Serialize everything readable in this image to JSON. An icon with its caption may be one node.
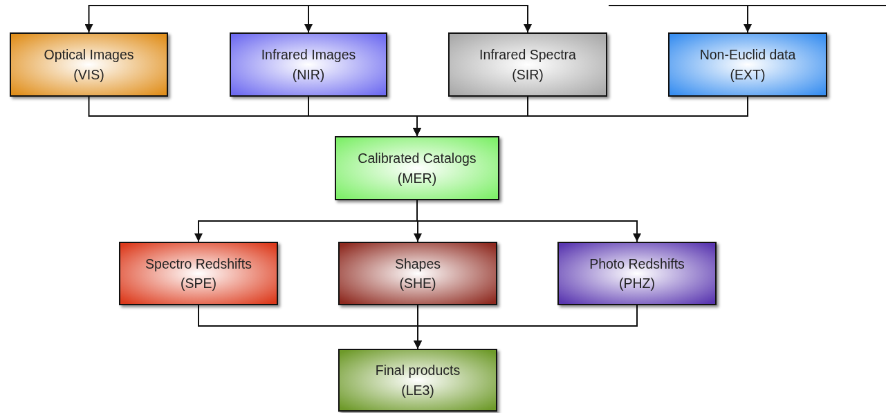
{
  "diagram": {
    "nodes": [
      {
        "text": [
          "Optical Images",
          "(VIS)"
        ]
      },
      {
        "text": [
          "Infrared Images",
          "(NIR)"
        ]
      },
      {
        "text": [
          "Infrared Spectra",
          "(SIR)"
        ]
      },
      {
        "text": [
          "Non-Euclid data",
          "(EXT)"
        ]
      },
      {
        "text": [
          "Calibrated Catalogs",
          "(MER)"
        ]
      },
      {
        "text": [
          "Spectro Redshifts",
          "(SPE)"
        ]
      },
      {
        "text": [
          "Shapes",
          "(SHE)"
        ]
      },
      {
        "text": [
          "Photo Redshifts",
          "(PHZ)"
        ]
      },
      {
        "text": [
          "Final products",
          "(LE3)"
        ]
      }
    ],
    "edges": [
      {
        "from": null,
        "to": 0,
        "arrow": "to"
      },
      {
        "from": null,
        "to": 1,
        "arrow": "to"
      },
      {
        "from": null,
        "to": 2,
        "arrow": "to"
      },
      {
        "from": null,
        "to": 3,
        "arrow": "to"
      },
      {
        "from": 0,
        "to": 4,
        "arrow": "to"
      },
      {
        "from": 1,
        "to": 4,
        "arrow": "to"
      },
      {
        "from": 2,
        "to": 4,
        "arrow": "to"
      },
      {
        "from": 3,
        "to": 4,
        "arrow": "to"
      },
      {
        "from": 4,
        "to": 5,
        "arrow": "to"
      },
      {
        "from": 4,
        "to": 6,
        "arrow": "to"
      },
      {
        "from": 4,
        "to": 7,
        "arrow": "to"
      },
      {
        "from": 5,
        "to": 8,
        "arrow": "to"
      },
      {
        "from": 6,
        "to": 8,
        "arrow": "to"
      },
      {
        "from": 7,
        "to": 8,
        "arrow": "to"
      }
    ]
  }
}
